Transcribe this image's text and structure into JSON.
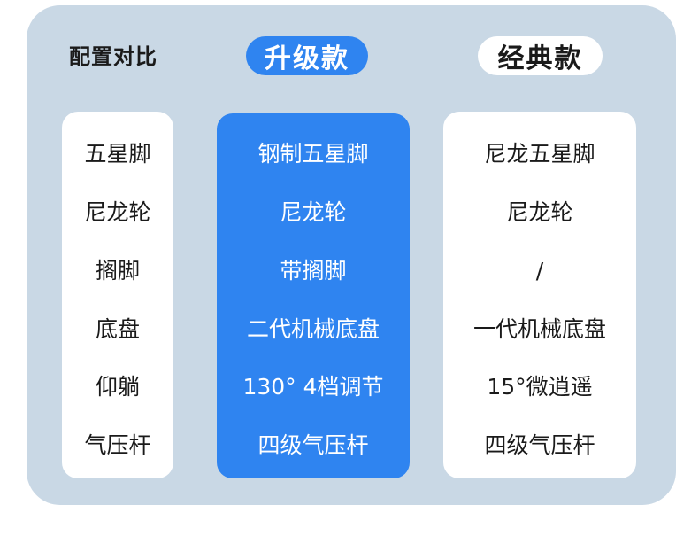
{
  "header": {
    "compare_label": "配置对比",
    "upgrade_label": "升级款",
    "classic_label": "经典款"
  },
  "attributes": [
    "五星脚",
    "尼龙轮",
    "搁脚",
    "底盘",
    "仰躺",
    "气压杆"
  ],
  "upgrade": [
    "钢制五星脚",
    "尼龙轮",
    "带搁脚",
    "二代机械底盘",
    "130° 4档调节",
    "四级气压杆"
  ],
  "classic": [
    "尼龙五星脚",
    "尼龙轮",
    "/",
    "一代机械底盘",
    "15°微逍遥",
    "四级气压杆"
  ],
  "colors": {
    "panel_bg": "#c9d8e5",
    "accent_blue": "#2f84f0",
    "card_white": "#ffffff",
    "text_dark": "#1a1a1a"
  }
}
